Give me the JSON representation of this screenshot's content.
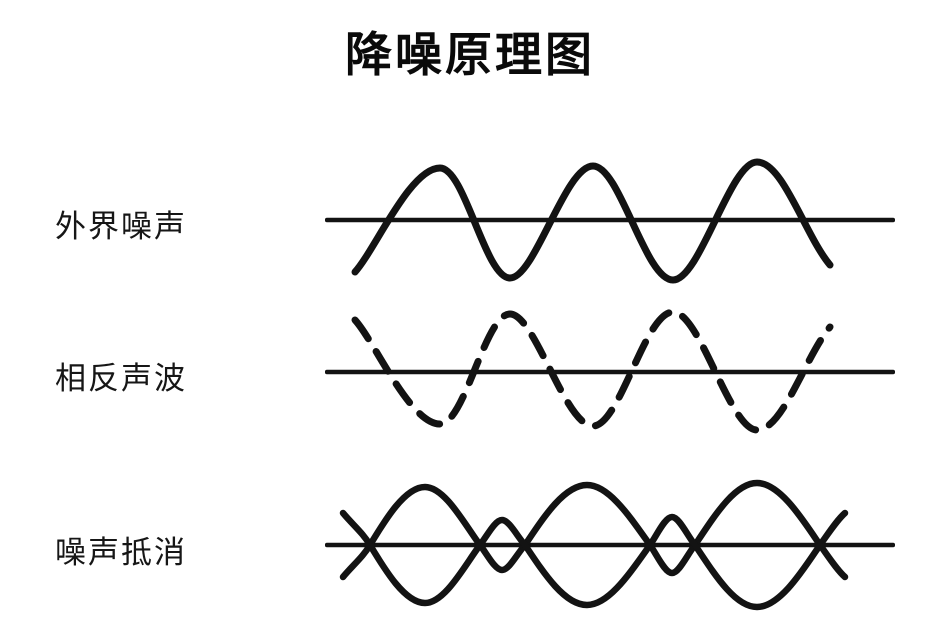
{
  "title": "降噪原理图",
  "rows": [
    {
      "label": "外界噪声",
      "wave_style": "solid-wave"
    },
    {
      "label": "相反声波",
      "wave_style": "dashed-inverted-wave"
    },
    {
      "label": "噪声抵消",
      "wave_style": "overlapped-cancelling-waves"
    }
  ],
  "colors": {
    "ink": "#131313",
    "background": "#ffffff"
  }
}
